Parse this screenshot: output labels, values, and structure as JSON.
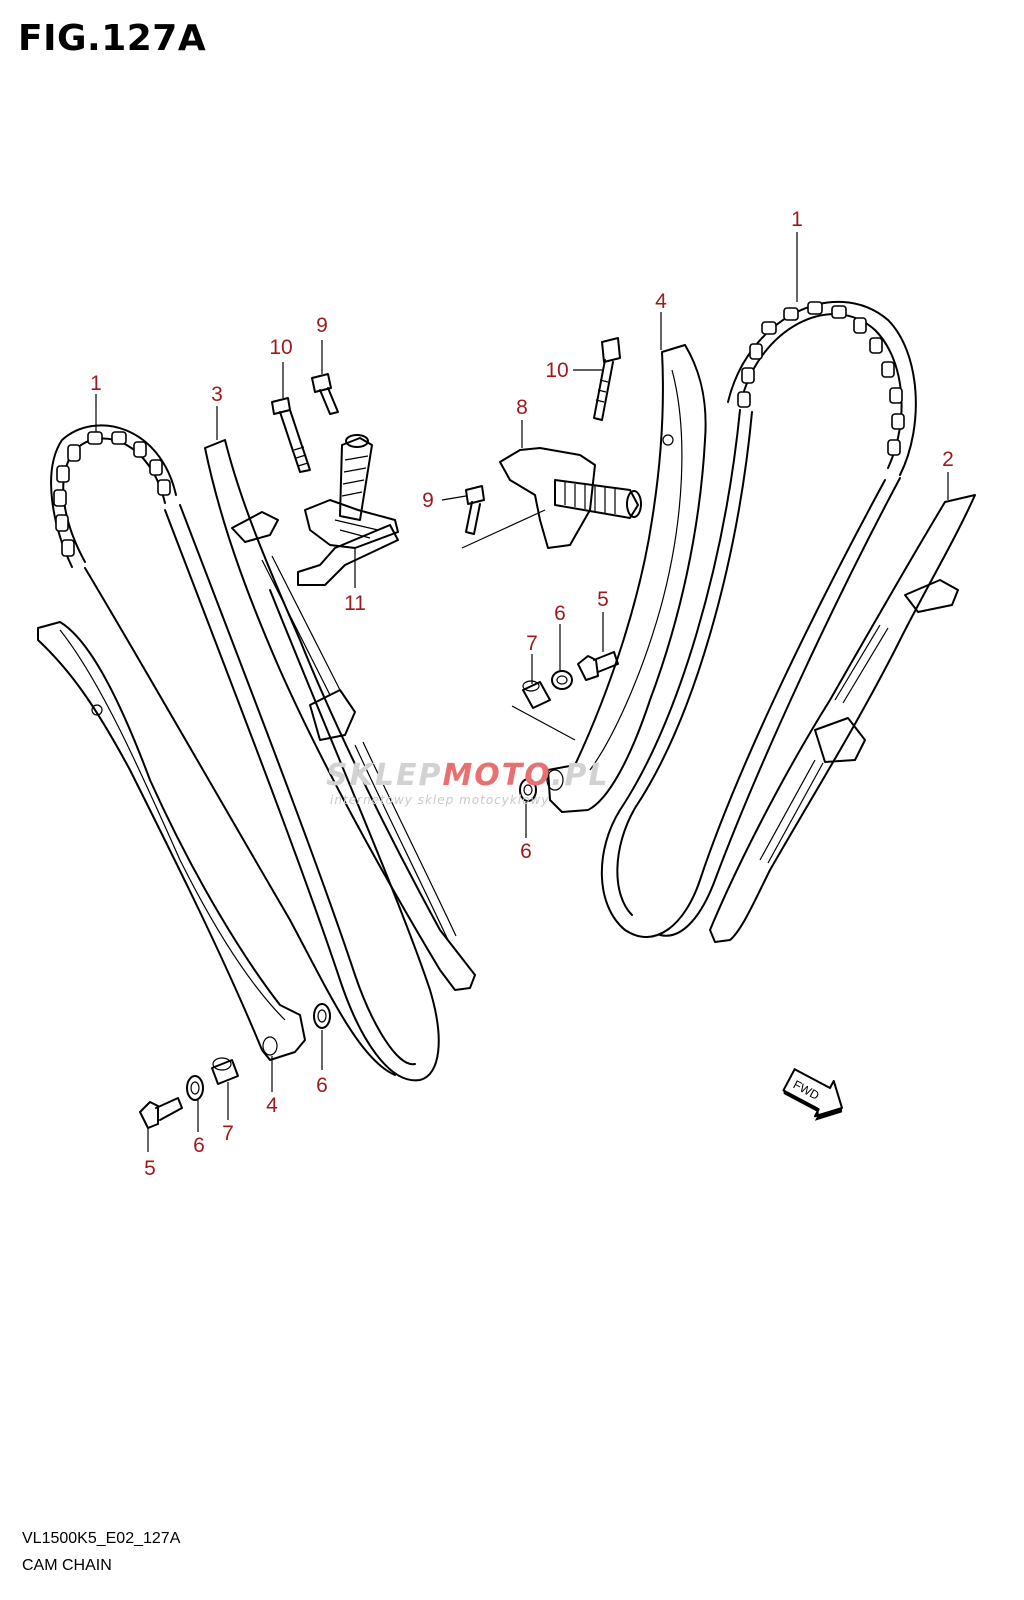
{
  "figure": {
    "title": "FIG.127A",
    "model_code": "VL1500K5_E02_127A",
    "name": "CAM CHAIN"
  },
  "watermark": {
    "part1": "SKLEP",
    "part2": "MOTO",
    "part3": ".PL",
    "tagline": "internetowy sklep motocyklowy"
  },
  "callouts": {
    "c1_left": "1",
    "c1_right": "1",
    "c2": "2",
    "c3": "3",
    "c4_top": "4",
    "c4_bottom": "4",
    "c5_right": "5",
    "c5_bottom": "5",
    "c6_mid_top": "6",
    "c6_mid_bottom": "6",
    "c6_bottom_left": "6",
    "c6_bottom_right": "6",
    "c7_mid": "7",
    "c7_bottom": "7",
    "c8": "8",
    "c9_top": "9",
    "c9_mid": "9",
    "c10_left": "10",
    "c10_right": "10",
    "c11": "11"
  },
  "fwd_label": "FWD",
  "colors": {
    "callout": "#9b1b1b",
    "watermark_gray": "#c8c8c8",
    "watermark_red": "#e03a3a"
  }
}
